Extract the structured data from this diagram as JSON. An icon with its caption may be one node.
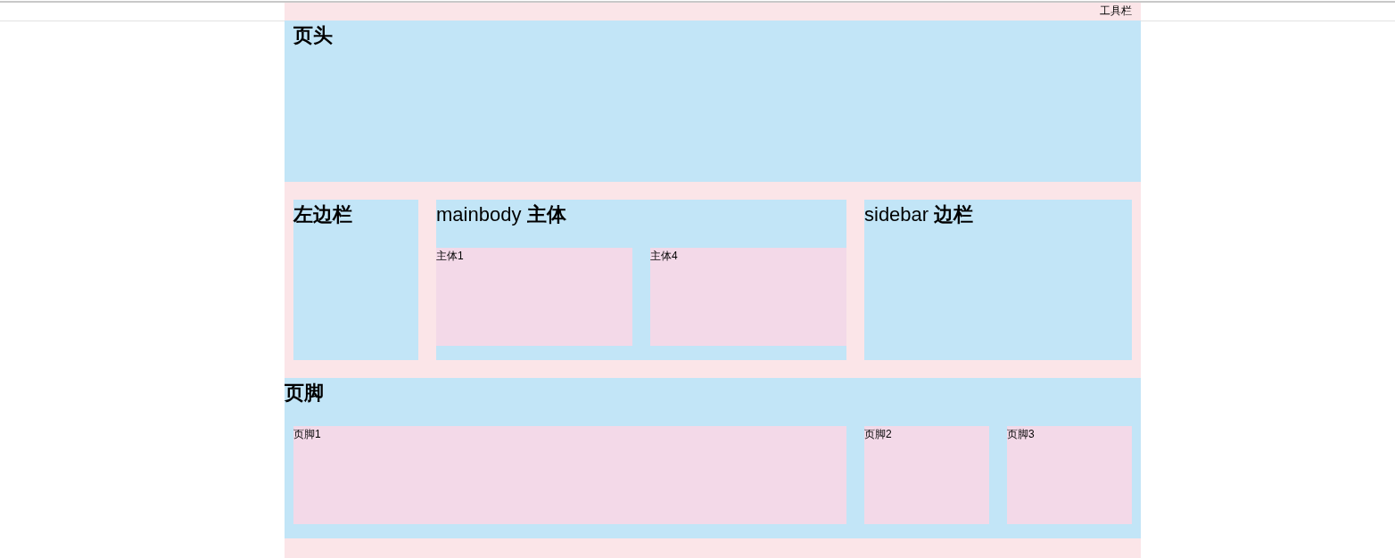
{
  "diagram": {
    "nodes": [
      {
        "text": [
          "工具栏"
        ]
      },
      {
        "text": [
          "页头"
        ]
      },
      {
        "text": [
          "左边栏"
        ]
      },
      {
        "text": [
          "mainbody **主体**"
        ]
      },
      {
        "text": [
          "主体1"
        ],
        "in": 3
      },
      {
        "text": [
          "主体4"
        ],
        "in": 3
      },
      {
        "text": [
          "sidebar **边栏**"
        ]
      },
      {
        "text": [
          "页脚"
        ]
      },
      {
        "text": [
          "页脚1"
        ],
        "in": 7
      },
      {
        "text": [
          "页脚2"
        ],
        "in": 7
      },
      {
        "text": [
          "页脚3"
        ],
        "in": 7
      }
    ],
    "edges": []
  }
}
